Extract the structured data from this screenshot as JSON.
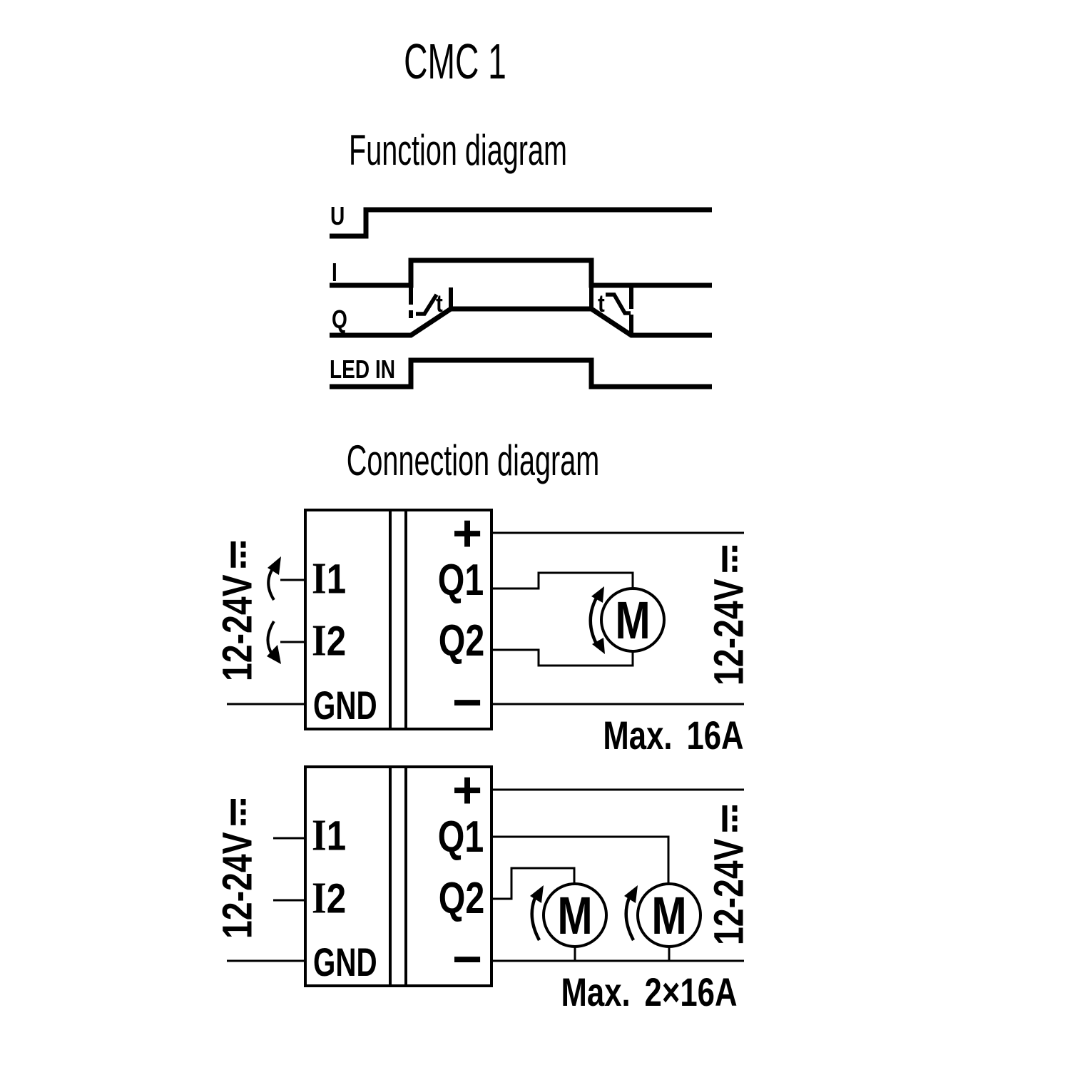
{
  "page": {
    "title": "CMC 1"
  },
  "colors": {
    "ink": "#000000",
    "background": "#ffffff"
  },
  "function_diagram": {
    "heading": "Function diagram",
    "signal_labels": [
      "U",
      "I",
      "Q",
      "LED IN"
    ],
    "ramp_time_label": "t"
  },
  "connection": {
    "heading": "Connection diagram",
    "voltage_label": "12-24V",
    "terminals": {
      "i1_prefix": "I",
      "i1_digit": "1",
      "i2_prefix": "I",
      "i2_digit": "2",
      "gnd": "GND",
      "plus": "+",
      "q1": "Q1",
      "q2": "Q2",
      "minus": "−"
    },
    "motor_label": "M",
    "diagram1": {
      "max_rating": "Max. 16A"
    },
    "diagram2": {
      "max_rating": "Max. 2×16A"
    }
  }
}
